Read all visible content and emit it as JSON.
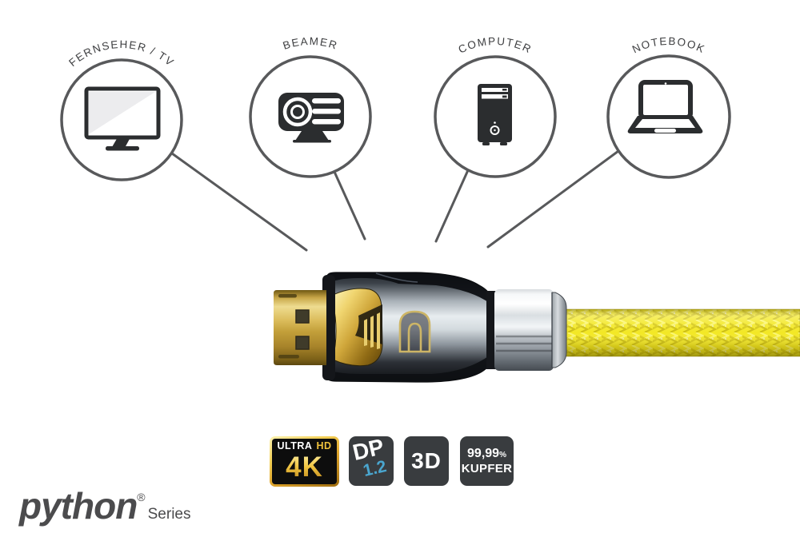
{
  "devices": [
    {
      "label": "FERNSEHER / TV",
      "icon": "tv-icon"
    },
    {
      "label": "BEAMER",
      "icon": "projector-icon"
    },
    {
      "label": "COMPUTER",
      "icon": "desktop-tower-icon"
    },
    {
      "label": "NOTEBOOK",
      "icon": "laptop-icon"
    }
  ],
  "connector": {
    "plug_type_icon": "displayport-plug",
    "logo_icon": "displayport-d-logo",
    "cable_color": "#f3e824"
  },
  "badges": [
    {
      "id": "ultra-hd-4k",
      "top_label_white": "ULTRA",
      "top_label_gold": "HD",
      "main_label": "4K"
    },
    {
      "id": "dp-1-2",
      "main_label": "DP",
      "sub_label": "1.2"
    },
    {
      "id": "3d",
      "main_label": "3D"
    },
    {
      "id": "copper",
      "value": "99,99",
      "unit": "%",
      "label": "KUPFER"
    }
  ],
  "brand": {
    "name": "python",
    "registered": "®",
    "series": "Series"
  },
  "colors": {
    "line_grey": "#58595b",
    "icon_dark": "#2b2d2f",
    "label_grey": "#3e3f41",
    "badge_dark": "#393c3f",
    "badge_gold": "#e7b93c",
    "dp_blue": "#4aa6cf",
    "cable_yellow": "#f3e824",
    "logo_grey": "#4b4b4d"
  }
}
